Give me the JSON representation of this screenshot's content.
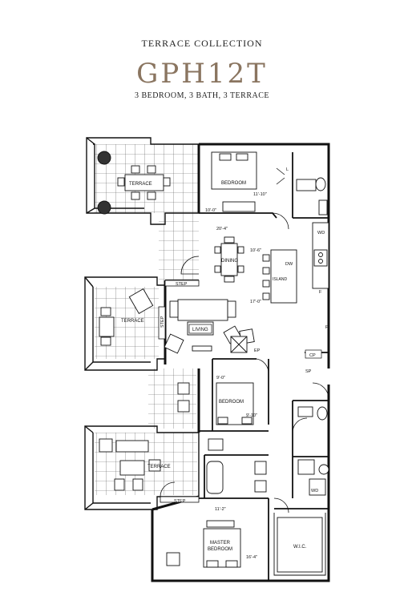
{
  "header": {
    "collection": "TERRACE COLLECTION",
    "unit": "GPH12T",
    "summary": "3 BEDROOM, 3 BATH, 3 TERRACE"
  },
  "rooms": {
    "terrace_top": "TERRACE",
    "terrace_mid": "TERRACE",
    "terrace_bottom": "TERRACE",
    "bedroom_top": "BEDROOM",
    "bedroom_mid": "BEDROOM",
    "dining": "DINING",
    "living": "LIVING",
    "master_line1": "MASTER",
    "master_line2": "BEDROOM",
    "wic": "W.I.C.",
    "island": "ISLAND"
  },
  "fixtures": {
    "wd_top": "WD",
    "wd_bottom": "WD",
    "f": "F",
    "p": "P",
    "cp": "CP",
    "sp": "SP",
    "ep": "EP",
    "l": "L",
    "step_1": "STEP",
    "step_2": "STEP",
    "step_3": "STEP",
    "dw": "DW"
  },
  "dimensions": {
    "bed_top_w": "11'-10\"",
    "bed_top_d": "10'-0\"",
    "liv_w": "20'-4\"",
    "din_w": "10'-6\"",
    "din_d": "17'-0\"",
    "bed_mid_w": "9'-0\"",
    "bed_mid_d": "9'-10\"",
    "master_w": "11'-2\"",
    "master_d": "16'-4\""
  }
}
